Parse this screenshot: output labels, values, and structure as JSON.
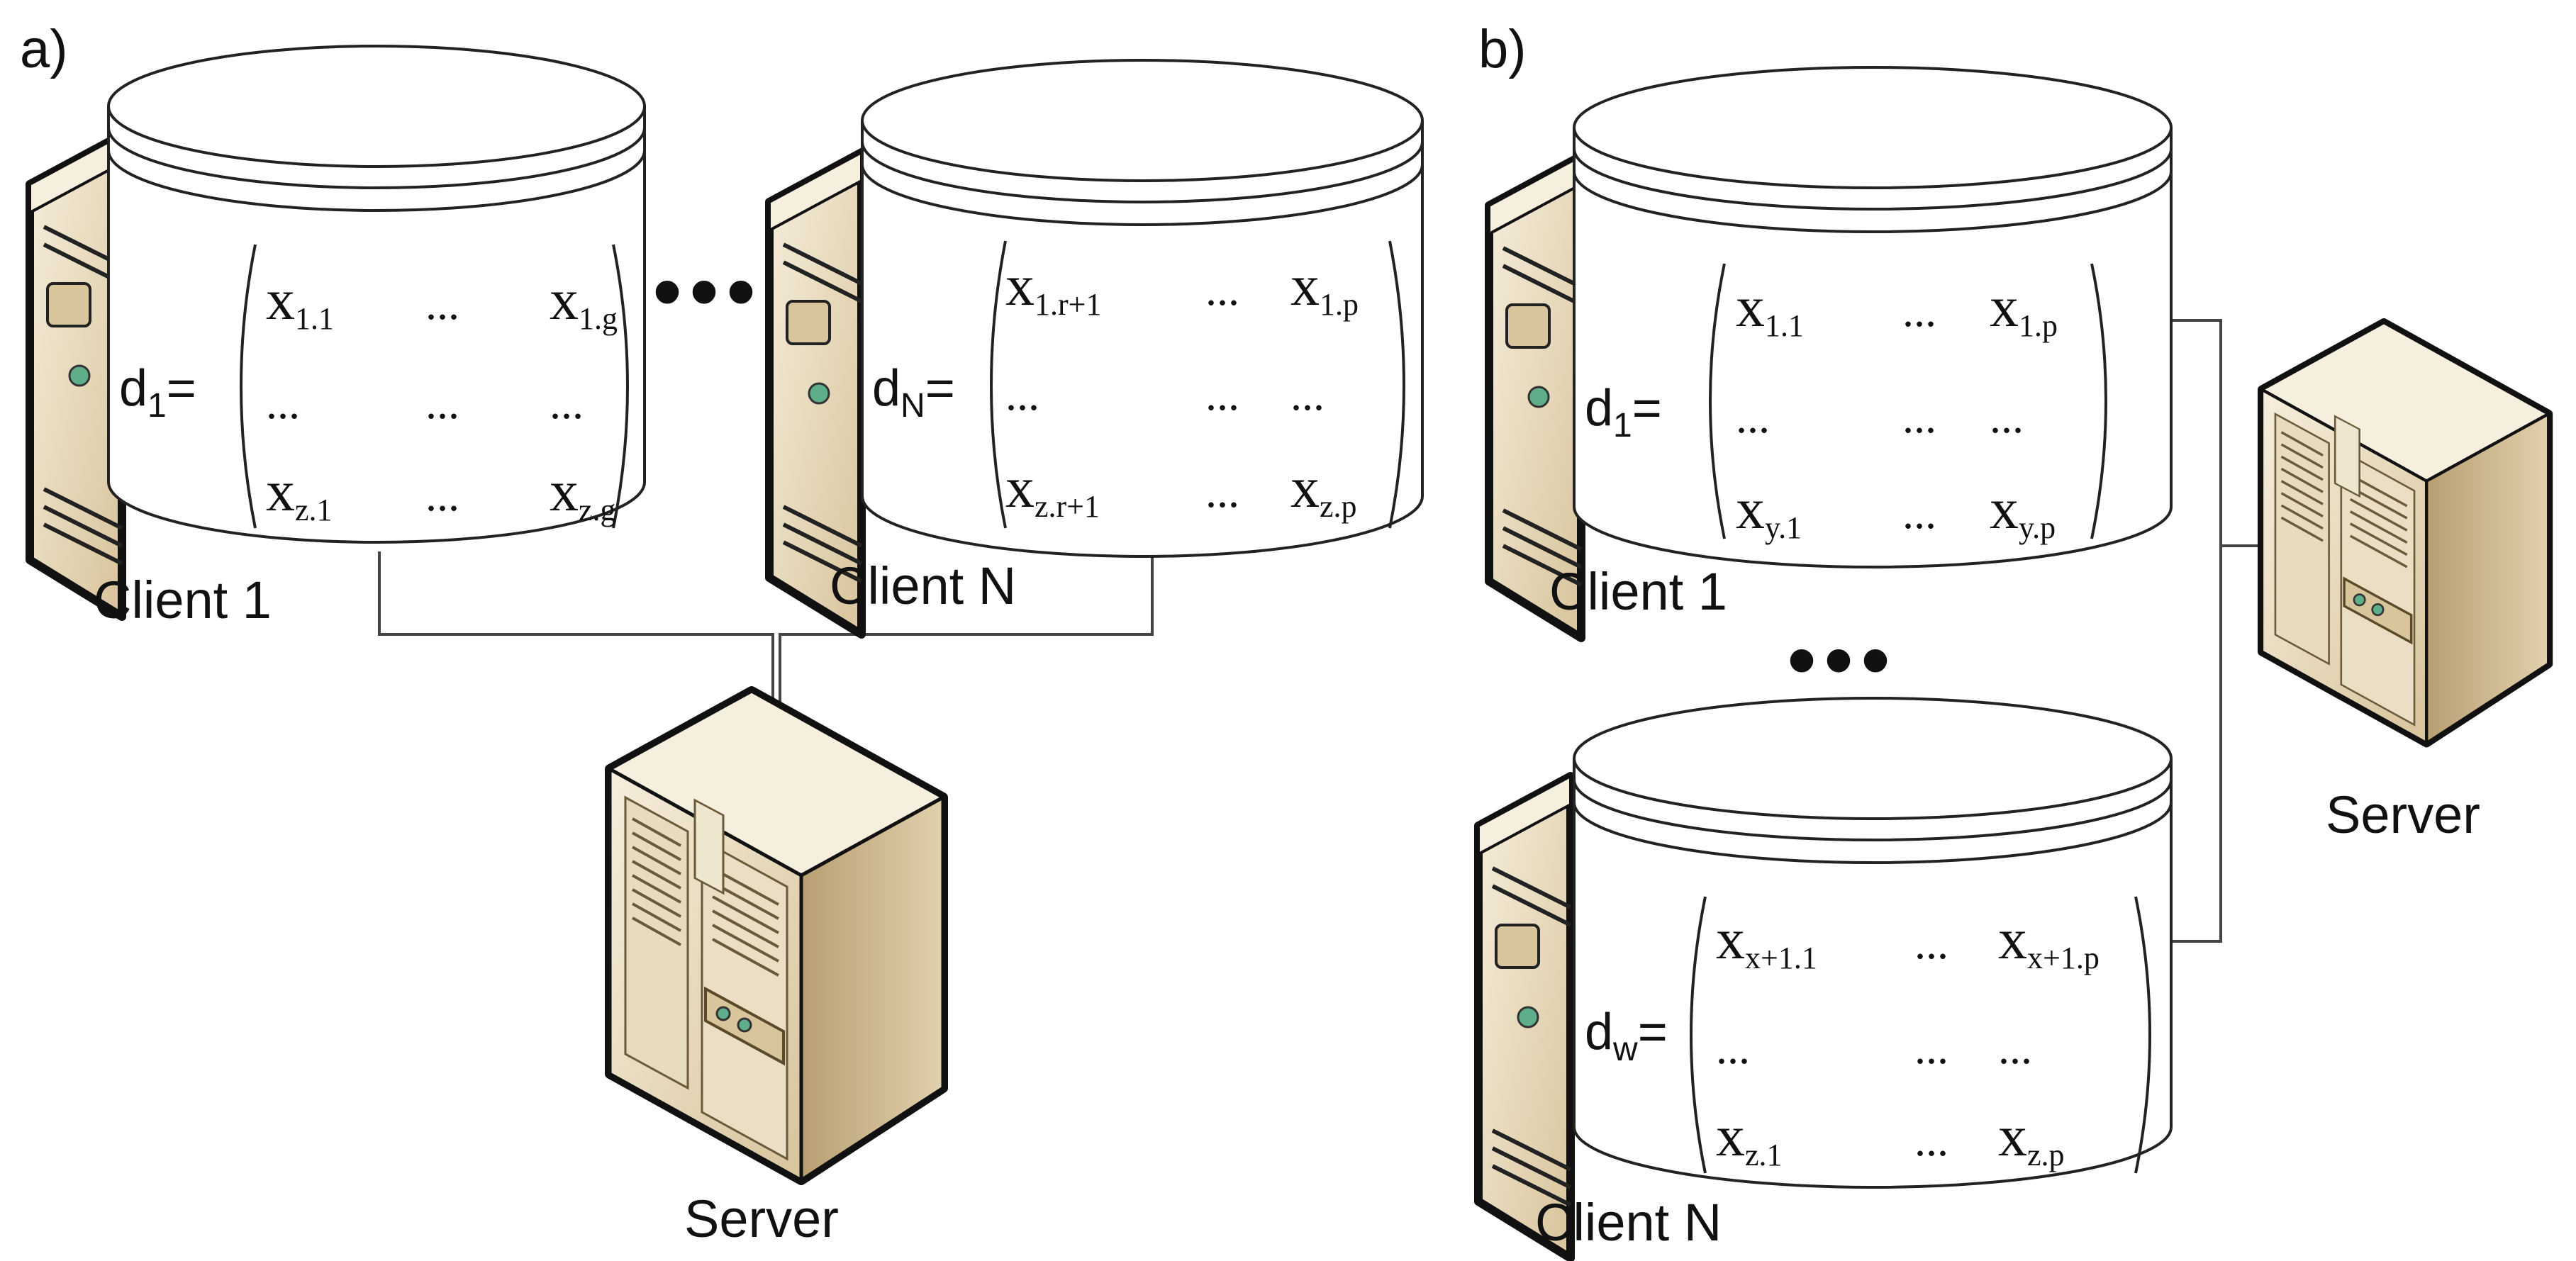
{
  "panel_a": {
    "label": "a)",
    "client_1": {
      "name": "Client 1",
      "dataset_base": "d",
      "dataset_sub": "1",
      "dataset_eq": "=",
      "matrix": [
        [
          {
            "b": "x",
            "s": "1.1"
          },
          {
            "t": "..."
          },
          {
            "b": "x",
            "s": "1.g"
          }
        ],
        [
          {
            "t": "..."
          },
          {
            "t": "..."
          },
          {
            "t": "..."
          }
        ],
        [
          {
            "b": "x",
            "s": "z.1"
          },
          {
            "t": "..."
          },
          {
            "b": "x",
            "s": "z.g"
          }
        ]
      ]
    },
    "ellipsis": "•••",
    "client_n": {
      "name": "Client N",
      "dataset_base": "d",
      "dataset_sub": "N",
      "dataset_eq": "=",
      "matrix": [
        [
          {
            "b": "x",
            "s": "1.r+1"
          },
          {
            "t": "..."
          },
          {
            "b": "x",
            "s": "1.p"
          }
        ],
        [
          {
            "t": "..."
          },
          {
            "t": "..."
          },
          {
            "t": "..."
          }
        ],
        [
          {
            "b": "x",
            "s": "z.r+1"
          },
          {
            "t": "..."
          },
          {
            "b": "x",
            "s": "z.p"
          }
        ]
      ]
    },
    "server": {
      "name": "Server"
    }
  },
  "panel_b": {
    "label": "b)",
    "client_1": {
      "name": "Client 1",
      "dataset_base": "d",
      "dataset_sub": "1",
      "dataset_eq": "=",
      "matrix": [
        [
          {
            "b": "x",
            "s": "1.1"
          },
          {
            "t": "..."
          },
          {
            "b": "x",
            "s": "1.p"
          }
        ],
        [
          {
            "t": "..."
          },
          {
            "t": "..."
          },
          {
            "t": "..."
          }
        ],
        [
          {
            "b": "x",
            "s": "y.1"
          },
          {
            "t": "..."
          },
          {
            "b": "x",
            "s": "y.p"
          }
        ]
      ]
    },
    "ellipsis": "•••",
    "client_n": {
      "name": "Client N",
      "dataset_base": "d",
      "dataset_sub": "w",
      "dataset_eq": "=",
      "matrix": [
        [
          {
            "b": "x",
            "s": "x+1.1"
          },
          {
            "t": "..."
          },
          {
            "b": "x",
            "s": "x+1.p"
          }
        ],
        [
          {
            "t": "..."
          },
          {
            "t": "..."
          },
          {
            "t": "..."
          }
        ],
        [
          {
            "b": "x",
            "s": "z.1"
          },
          {
            "t": "..."
          },
          {
            "b": "x",
            "s": "z.p"
          }
        ]
      ]
    },
    "server": {
      "name": "Server"
    }
  },
  "colors": {
    "server_front": "#ede2c8",
    "server_side": "#cbb48a",
    "server_top": "#f7efde",
    "outline": "#111111",
    "led": "#5fae8a",
    "line": "#333333"
  },
  "icons": [
    "server-icon",
    "database-cylinder-icon",
    "ellipsis-icon"
  ]
}
